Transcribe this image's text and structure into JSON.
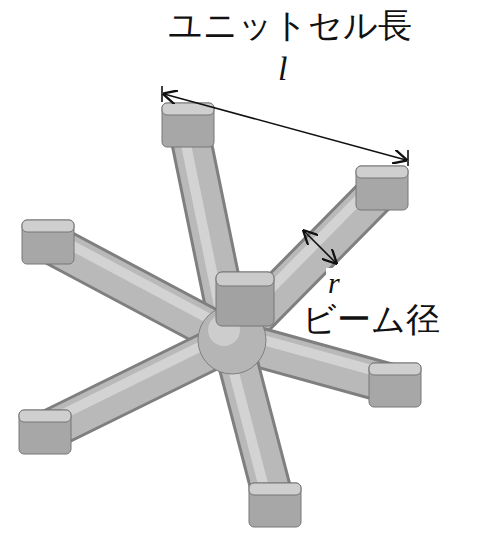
{
  "diagram": {
    "labels": [
      "ユニットセル長",
      "l",
      "r",
      "ビーム径"
    ]
  }
}
